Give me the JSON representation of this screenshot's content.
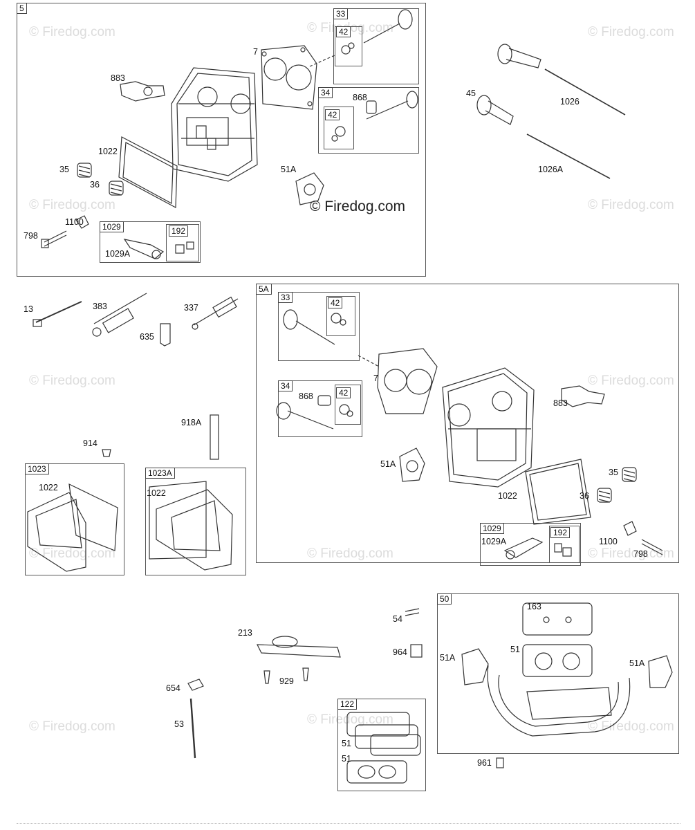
{
  "watermark": "© Firedog.com",
  "brand_label": "© Firedog.com",
  "sections": {
    "s5": {
      "tag": "5"
    },
    "s5a": {
      "tag": "5A"
    },
    "s1023": {
      "tag": "1023"
    },
    "s1023a": {
      "tag": "1023A"
    },
    "s50": {
      "tag": "50"
    },
    "s122": {
      "tag": "122"
    }
  },
  "subassemblies": {
    "s5_33": "33",
    "s5_42a": "42",
    "s5_34": "34",
    "s5_42b": "42",
    "s5_1029": "1029",
    "s5_192": "192",
    "s5a_33": "33",
    "s5a_42a": "42",
    "s5a_34": "34",
    "s5a_42b": "42",
    "s5a_1029": "1029",
    "s5a_192": "192"
  },
  "parts": {
    "p883_top": "883",
    "p7_top": "7",
    "p868_top": "868",
    "p1022_top": "1022",
    "p35_top": "35",
    "p36_top": "36",
    "p51a_top": "51A",
    "p1100_top": "1100",
    "p798_top": "798",
    "p1029a_top": "1029A",
    "p45": "45",
    "p1026": "1026",
    "p1026a": "1026A",
    "p13": "13",
    "p383": "383",
    "p337": "337",
    "p635": "635",
    "p918a": "918A",
    "p914": "914",
    "p1022_c1": "1022",
    "p1022_c2": "1022",
    "p7_mid": "7",
    "p868_mid": "868",
    "p883_mid": "883",
    "p51a_mid": "51A",
    "p1022_mid": "1022",
    "p35_mid": "35",
    "p36_mid": "36",
    "p1029a_mid": "1029A",
    "p1100_mid": "1100",
    "p798_mid": "798",
    "p54": "54",
    "p964": "964",
    "p213": "213",
    "p929": "929",
    "p654": "654",
    "p53": "53",
    "p51_122": "51",
    "p51_122b": "51",
    "p163": "163",
    "p51_50": "51",
    "p51a_50l": "51A",
    "p51a_50r": "51A",
    "p961": "961"
  },
  "colors": {
    "line": "#333333",
    "frame": "#555555",
    "watermark": "#dcdcdc"
  }
}
